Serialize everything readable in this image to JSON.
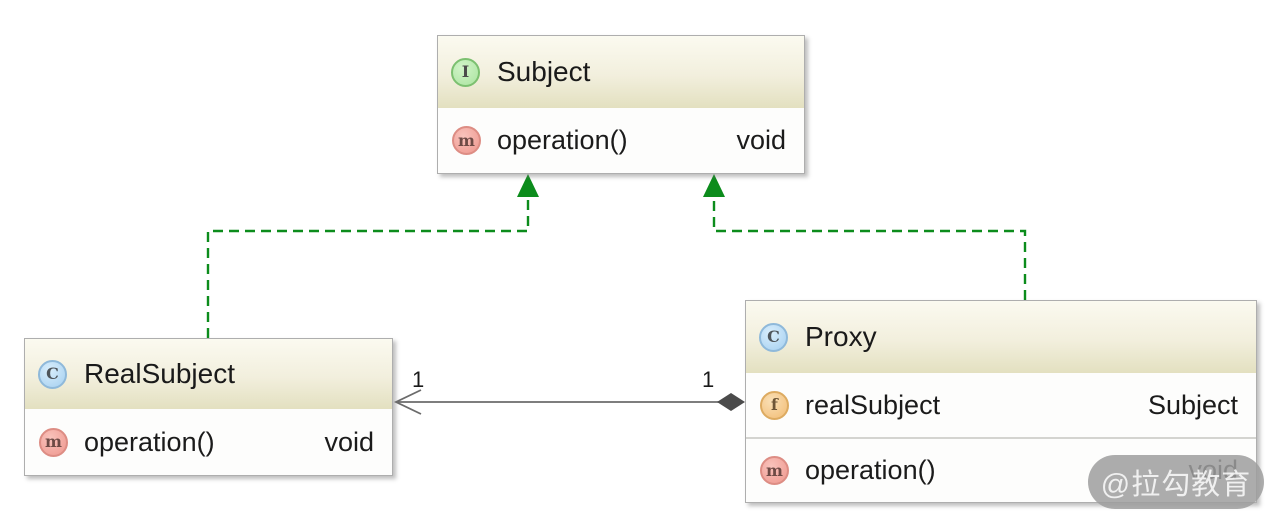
{
  "diagram": {
    "icons": {
      "interface": "I",
      "class": "C",
      "method": "m",
      "field": "f"
    },
    "colors": {
      "realization_green": "#0c8c1c",
      "association_gray": "#6b6b6b",
      "diamond_fill": "#4b4b4b",
      "header_top": "#fbfaf0",
      "header_bottom": "#e3e0c0"
    },
    "classes": [
      {
        "name": "Subject",
        "kind": "interface",
        "members": [
          {
            "icon": "method",
            "name": "operation()",
            "type": "void"
          }
        ]
      },
      {
        "name": "RealSubject",
        "kind": "class",
        "members": [
          {
            "icon": "method",
            "name": "operation()",
            "type": "void"
          }
        ]
      },
      {
        "name": "Proxy",
        "kind": "class",
        "members": [
          {
            "icon": "field",
            "name": "realSubject",
            "type": "Subject"
          },
          {
            "icon": "method",
            "name": "operation()",
            "type": "void"
          }
        ]
      }
    ],
    "relationships": [
      {
        "type": "realization",
        "from": "RealSubject",
        "to": "Subject"
      },
      {
        "type": "realization",
        "from": "Proxy",
        "to": "Subject"
      },
      {
        "type": "directed-association-aggregation",
        "from": "Proxy",
        "to": "RealSubject",
        "target_multiplicity": "1",
        "source_multiplicity": "1"
      }
    ],
    "watermark_text": "@拉勾教育"
  }
}
